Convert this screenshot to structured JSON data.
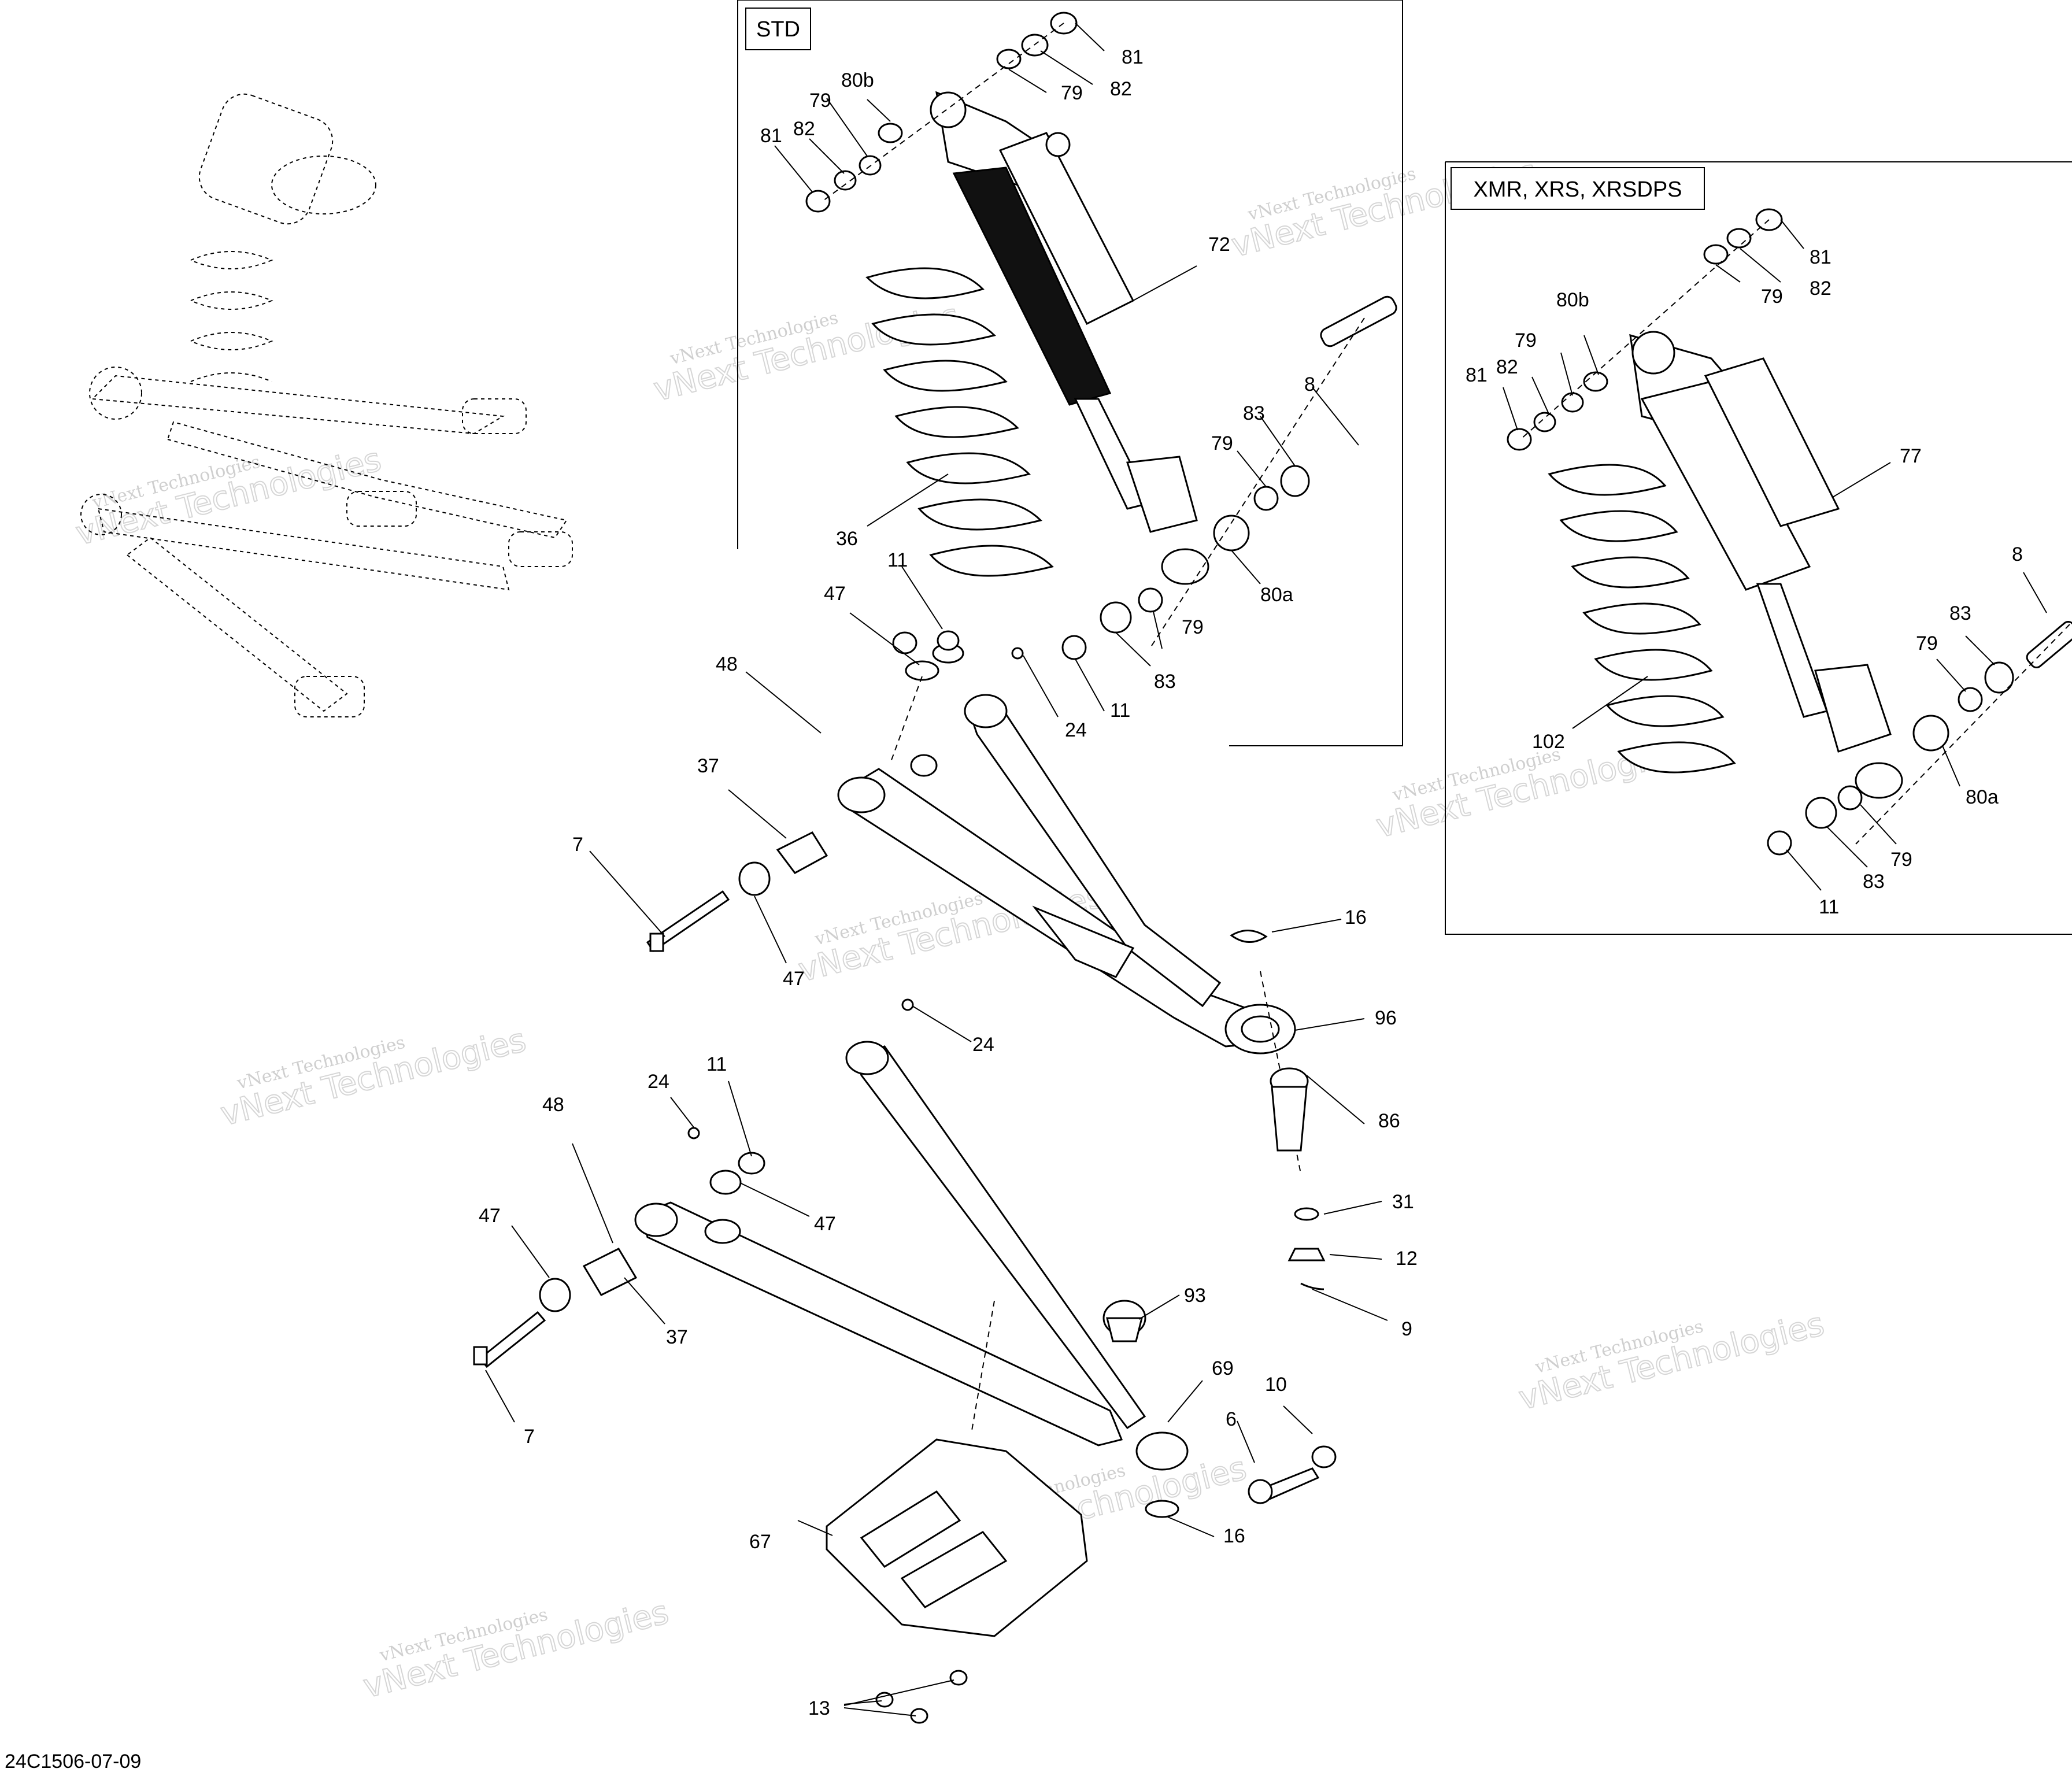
{
  "diagram_id": "24C1506-07-09",
  "boxes": {
    "std": "STD",
    "xmr": "XMR, XRS, XRSDPS"
  },
  "watermark": {
    "line1": "vNext Technologies",
    "line2": "vNext Technologies"
  },
  "callouts": {
    "std_81a": "81",
    "std_82a": "82",
    "std_79a": "79",
    "std_79b": "79",
    "std_80b": "80b",
    "std_82b": "82",
    "std_81b": "81",
    "std_72": "72",
    "std_8": "8",
    "std_83a": "83",
    "std_79c": "79",
    "std_36": "36",
    "std_80a": "80a",
    "std_11a": "11",
    "std_79d": "79",
    "std_83b": "83",
    "std_11b": "11",
    "xmr_81a": "81",
    "xmr_82a": "82",
    "xmr_79a": "79",
    "xmr_80b": "80b",
    "xmr_79b": "79",
    "xmr_82b": "82",
    "xmr_81b": "81",
    "xmr_77": "77",
    "xmr_8": "8",
    "xmr_83a": "83",
    "xmr_79c": "79",
    "xmr_102": "102",
    "xmr_80a": "80a",
    "xmr_79d": "79",
    "xmr_83b": "83",
    "xmr_11": "11",
    "up_47a": "47",
    "up_24": "24",
    "up_48": "48",
    "up_37": "37",
    "up_7": "7",
    "up_47b": "47",
    "up_16": "16",
    "up_96": "96",
    "low_24a": "24",
    "low_24b": "24",
    "low_11": "11",
    "low_48": "48",
    "low_47a": "47",
    "low_47b": "47",
    "low_37": "37",
    "low_7": "7",
    "low_86": "86",
    "low_31": "31",
    "low_12": "12",
    "low_9": "9",
    "low_93": "93",
    "low_69": "69",
    "low_10": "10",
    "low_6": "6",
    "low_16": "16",
    "low_67": "67",
    "low_13": "13"
  }
}
